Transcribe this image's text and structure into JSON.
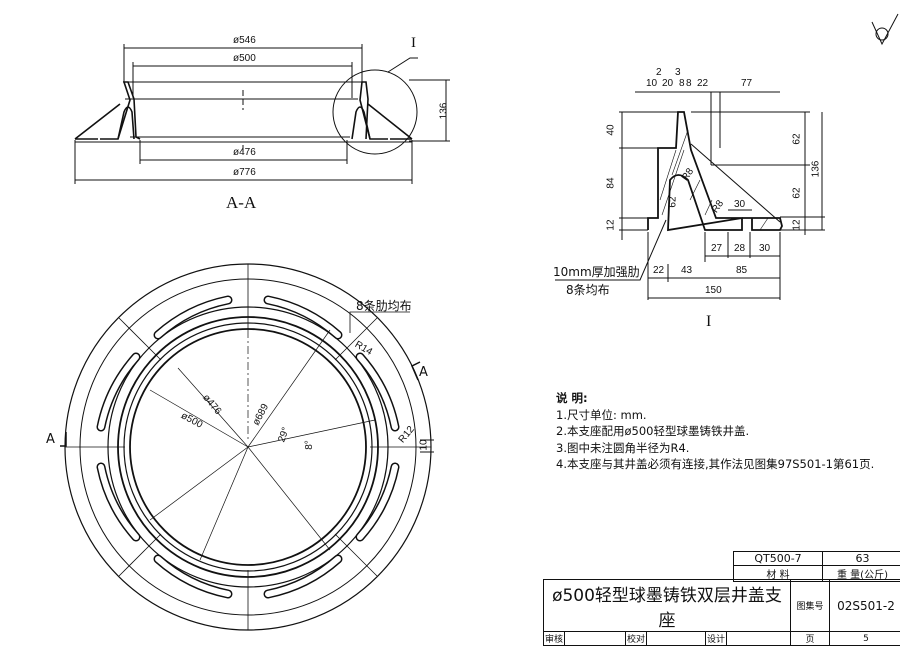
{
  "section_view": {
    "label": "A-A",
    "dims": {
      "d546": "ø546",
      "d500": "ø500",
      "d476": "ø476",
      "d776": "ø776",
      "h136": "136"
    },
    "detail_marker": "I"
  },
  "detail_view": {
    "label": "I",
    "top_dims": [
      "2",
      "3",
      "10",
      "20",
      "8",
      "8",
      "22",
      "77"
    ],
    "left_dims": [
      "40",
      "84",
      "12"
    ],
    "right_dims": [
      "62",
      "62",
      "12",
      "136"
    ],
    "inner": [
      "R8",
      "R8",
      "62",
      "30"
    ],
    "bottom_dims": [
      "27",
      "28",
      "30",
      "22",
      "43",
      "85",
      "150"
    ],
    "rib_note_line1": "10mm厚加强肋",
    "rib_note_line2": "8条均布"
  },
  "plan_view": {
    "rib_note": "8条肋均布",
    "d476": "ø476",
    "d500": "ø500",
    "d689": "ø689",
    "r14": "R14",
    "r12": "R12",
    "angle29": "29°",
    "angle8": "8°",
    "dim10": "10",
    "section_mark_right": "A",
    "section_mark_left": "A"
  },
  "notes": {
    "title": "说  明:",
    "items": [
      "1.尺寸单位: mm.",
      "2.本支座配用ø500轻型球墨铸铁井盖.",
      "3.图中未注圆角半径为R4.",
      "4.本支座与其井盖必须有连接,其作法见图集97S501-1第61页."
    ]
  },
  "title_block": {
    "material_value": "QT500-7",
    "weight_value": "63",
    "material_label": "材        料",
    "weight_label": "重  量(公斤)",
    "drawing_title": "ø500轻型球墨铸铁双层井盖支座",
    "atlas_label": "图集号",
    "atlas_number": "02S501-2",
    "review_label": "审核",
    "check_label": "校对",
    "design_label": "设计",
    "page_label": "页",
    "page_value": "5"
  }
}
